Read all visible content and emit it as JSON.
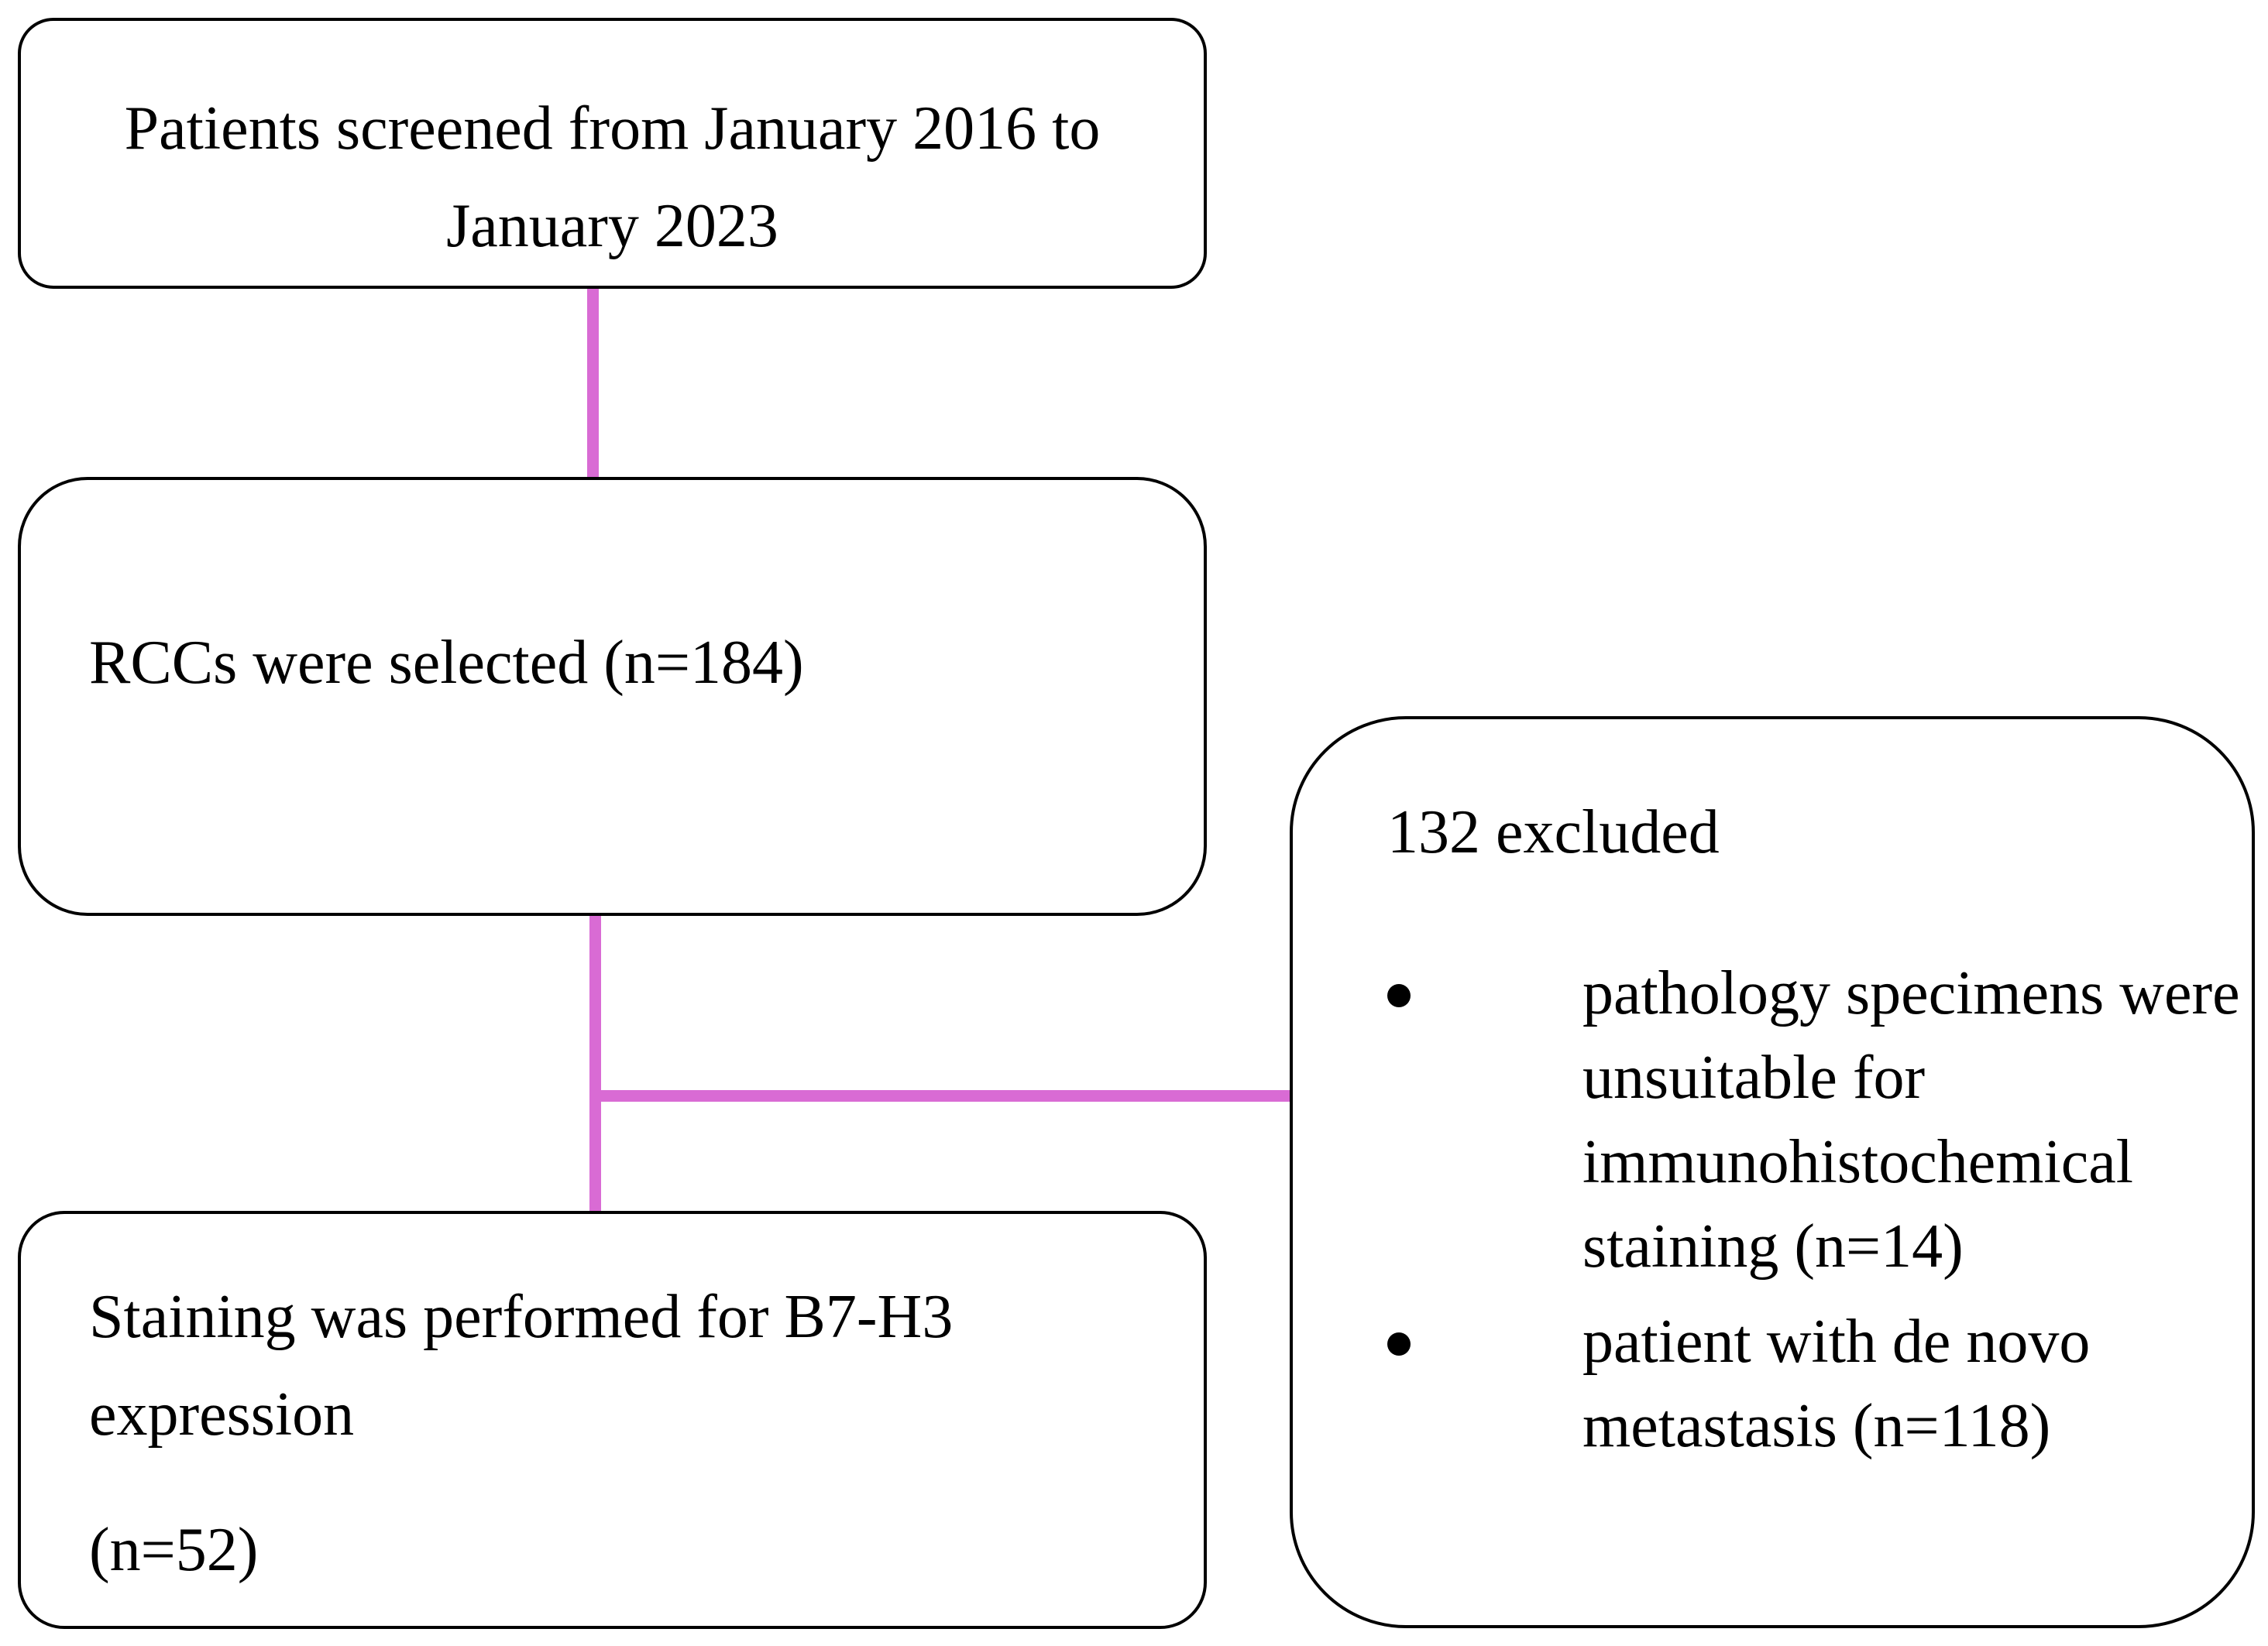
{
  "flowchart": {
    "screened": {
      "label": "Patients screened from January 2016 to January 2023"
    },
    "selected": {
      "label": "RCCs were selected (n=184)"
    },
    "staining": {
      "label": "Staining was performed for B7-H3 expression",
      "count": "(n=52)"
    },
    "excluded": {
      "title": "132 excluded",
      "reasons": [
        "pathology specimens were unsuitable for immunohistochemical staining (n=14)",
        "patient with de novo metastasis (n=118)"
      ]
    },
    "colors": {
      "connector": "#d96bd4",
      "border": "#000000"
    }
  }
}
